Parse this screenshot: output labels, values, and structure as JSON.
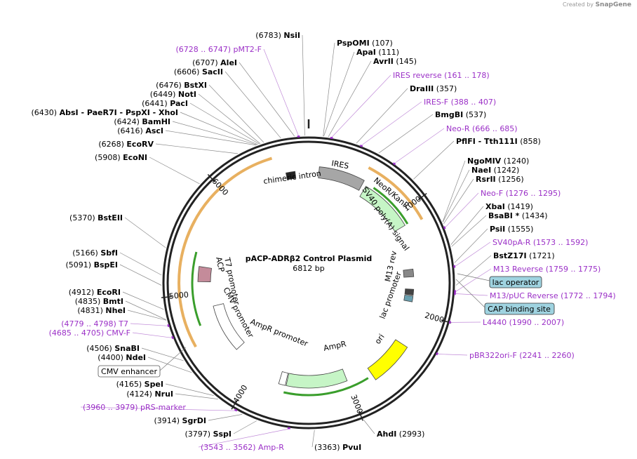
{
  "watermark": {
    "prefix": "Created by",
    "brand": "SnapGene"
  },
  "plasmid": {
    "name": "pACP-ADRβ2 Control Plasmid",
    "length_label": "6812 bp",
    "total_bp": 6812,
    "ticks": [
      "1000",
      "2000",
      "3000",
      "4000",
      "5000",
      "6000"
    ]
  },
  "colors": {
    "primer": "#9b30c7",
    "enzyme_text": "#000000",
    "ori": "#ffff00",
    "ampr": "#c6f5c6",
    "neor": "#c6f5c6",
    "ires": "#a6a6a6",
    "acp": "#c48b9a",
    "orange_arc": "#e8b060",
    "green_arc": "#3a9e2c",
    "feature_box_fill": "#9fd3e0"
  },
  "enzymes": [
    {
      "pos": "(6783)",
      "name": "NsiI"
    },
    {
      "pos": "(107)",
      "name": "PspOMI"
    },
    {
      "pos": "(111)",
      "name": "ApaI"
    },
    {
      "pos": "(145)",
      "name": "AvrII"
    },
    {
      "pos": "(357)",
      "name": "DraIII"
    },
    {
      "pos": "(537)",
      "name": "BmgBI"
    },
    {
      "pos": "(858)",
      "name": "PflFI - Tth111I"
    },
    {
      "pos": "(1240)",
      "name": "NgoMIV"
    },
    {
      "pos": "(1242)",
      "name": "NaeI"
    },
    {
      "pos": "(1256)",
      "name": "RsrII"
    },
    {
      "pos": "(1419)",
      "name": "XbaI"
    },
    {
      "pos": "(1434)",
      "name": "BsaBI *"
    },
    {
      "pos": "(1555)",
      "name": "PsiI"
    },
    {
      "pos": "(1721)",
      "name": "BstZ17I"
    },
    {
      "pos": "(2993)",
      "name": "AhdI"
    },
    {
      "pos": "(3363)",
      "name": "PvuI"
    },
    {
      "pos": "(3797)",
      "name": "SspI"
    },
    {
      "pos": "(3914)",
      "name": "SgrDI"
    },
    {
      "pos": "(4124)",
      "name": "NruI"
    },
    {
      "pos": "(4165)",
      "name": "SpeI"
    },
    {
      "pos": "(4400)",
      "name": "NdeI"
    },
    {
      "pos": "(4506)",
      "name": "SnaBI"
    },
    {
      "pos": "(4831)",
      "name": "NheI"
    },
    {
      "pos": "(4835)",
      "name": "BmtI"
    },
    {
      "pos": "(4912)",
      "name": "EcoRI"
    },
    {
      "pos": "(5091)",
      "name": "BspEI"
    },
    {
      "pos": "(5166)",
      "name": "SbfI"
    },
    {
      "pos": "(5370)",
      "name": "BstEII"
    },
    {
      "pos": "(5908)",
      "name": "EcoNI"
    },
    {
      "pos": "(6268)",
      "name": "EcoRV"
    },
    {
      "pos": "(6416)",
      "name": "AscI"
    },
    {
      "pos": "(6424)",
      "name": "BamHI"
    },
    {
      "pos": "(6430)",
      "name": "AbsI - PaeR7I - PspXI - XhoI"
    },
    {
      "pos": "(6441)",
      "name": "PacI"
    },
    {
      "pos": "(6449)",
      "name": "NotI"
    },
    {
      "pos": "(6476)",
      "name": "BstXI"
    },
    {
      "pos": "(6606)",
      "name": "SacII"
    },
    {
      "pos": "(6707)",
      "name": "AleI"
    }
  ],
  "primers": [
    {
      "name": "pMT2-F",
      "range": "(6728 .. 6747)"
    },
    {
      "name": "IRES reverse",
      "range": "(161 .. 178)"
    },
    {
      "name": "IRES-F",
      "range": "(388 .. 407)"
    },
    {
      "name": "Neo-R",
      "range": "(666 .. 685)"
    },
    {
      "name": "Neo-F",
      "range": "(1276 .. 1295)"
    },
    {
      "name": "SV40pA-R",
      "range": "(1573 .. 1592)"
    },
    {
      "name": "M13 Reverse",
      "range": "(1759 .. 1775)"
    },
    {
      "name": "M13/pUC Reverse",
      "range": "(1772 .. 1794)"
    },
    {
      "name": "L4440",
      "range": "(1990 .. 2007)"
    },
    {
      "name": "pBR322ori-F",
      "range": "(2241 .. 2260)"
    },
    {
      "name": "Amp-R",
      "range": "(3543 .. 3562)"
    },
    {
      "name": "pRS-marker",
      "range": "(3960 .. 3979)"
    },
    {
      "name": "T7",
      "range": "(4779 .. 4798)"
    },
    {
      "name": "CMV-F",
      "range": "(4685 .. 4705)"
    }
  ],
  "boxed_features": {
    "lac_operator": "lac operator",
    "cap_site": "CAP binding site",
    "cmv_enhancer": "CMV enhancer"
  },
  "features": {
    "chimeric_intron": "chimeric intron",
    "ires": "IRES",
    "neor": "NeoR/KanR",
    "sv40_polya": "SV40 poly(A) signal",
    "m13_rev": "M13 rev",
    "lac_promoter": "lac promoter",
    "ori": "ori",
    "ampr": "AmpR",
    "ampr_promoter": "AmpR promoter",
    "t7_promoter": "T7 promoter",
    "acp": "ACP",
    "cmv_promoter": "CMV promoter"
  }
}
